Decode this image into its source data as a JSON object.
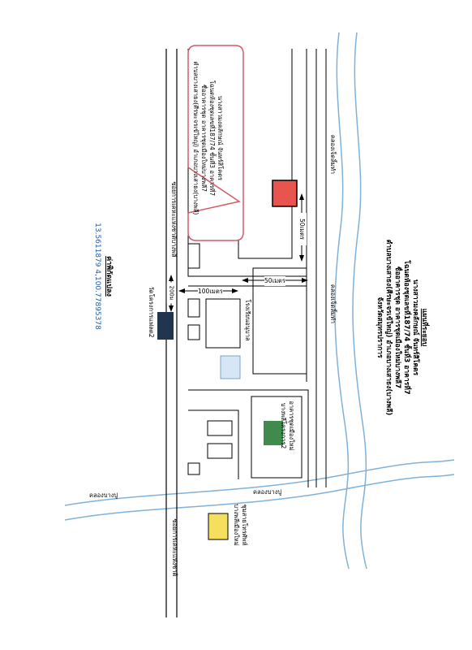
{
  "title_block": {
    "heading": "แผนที่ระยอบ",
    "line1": "นางสาวมงคลักษณ์ จันทร์สิโคตร",
    "line2": "โฉนดห้องชุดเลขที่187/74 ชั้นที่3 อาคารที่7",
    "line3": "ชื่ออาคารชุด อาคารชุดเมืองใหม่บางพลี7",
    "line4": "ตำบลบางเสาธง(ศีรษะจรเข้ใหญ่) อำเภอบางเสาธง(บางพลี)",
    "line5": "จังหวัดสมุทรปราการ"
  },
  "callout": {
    "line1": "นางสาวมงคลักษณ์ จันทร์สิโคตร",
    "line2": "โฉนดห้องชุดเลขที่187/74 ชั้นที่3 อาคารที่7",
    "line3": "ชื่ออาคารชุด อาคารชุดเมืองใหม่บางพลี7",
    "line4": "ตำบลบางเสาธง(ศีรษะจรเข้ใหญ่) อำเภอบางเสาธง(บางพลี)"
  },
  "coords": {
    "heading": "ค่าพิกัดแปลง",
    "value": "13.5611879 4,100.77895378"
  },
  "labels": {
    "canal_top_1": "คลองเจ็ดลิ้มทำ",
    "canal_top_2": "คลองเจ็ดลิ้มทำ",
    "canal_bottom_left": "คลองบางปู",
    "canal_bottom_right": "คลองบางปู",
    "road_top": "ซอยการเคหะแห่งชาติบางพลี",
    "road_bottom": "ซอยการเคหะแห่งชาติ",
    "dist_50_vertical": "50เมตร",
    "dist_50_horizontal": "50เมตร",
    "dist_100": "100เมตร",
    "dist_200": "200ม",
    "temple": "วัดโครงการแฟลต2",
    "school": "โรงเรียนอนุบาล",
    "condo": "อาคารชุดเมืองใหม่",
    "condo_2": "บางพลีโครงการ2",
    "post": "ชุมสายโทรศัพท์",
    "post_2": "บางพลีเมืองใหม่"
  },
  "colors": {
    "target": "#e8544e",
    "temple": "#22354f",
    "school": "#d6e6f7",
    "condo": "#3f8a4c",
    "post": "#f6df5c",
    "canal": "#7fb2d9"
  }
}
